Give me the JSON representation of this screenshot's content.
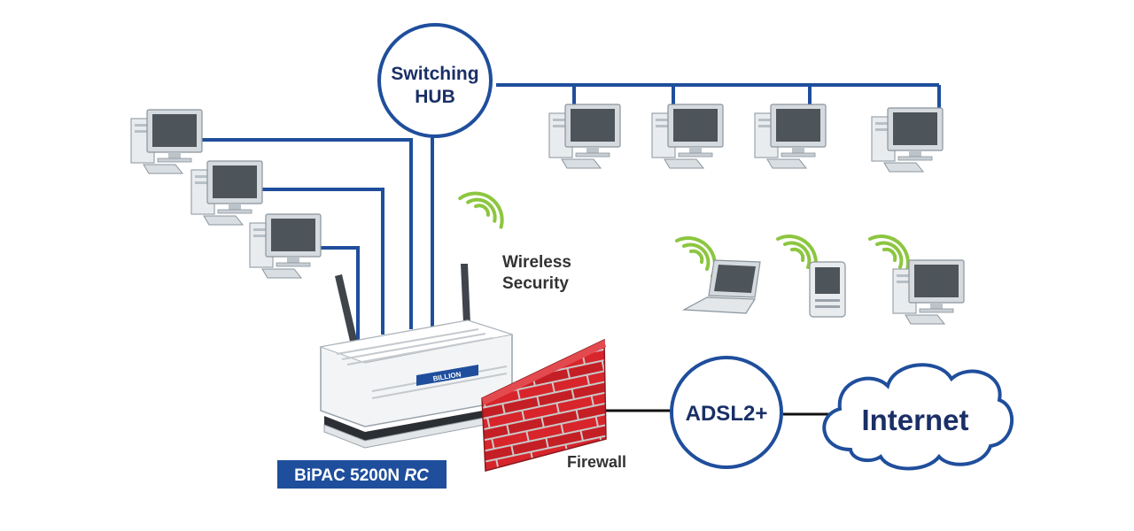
{
  "colors": {
    "link": "#1f4e9c",
    "label_text": "#1a2f66",
    "plain_text": "#333333",
    "wireless": "#8cc63f",
    "firewall": "#d7252b",
    "badge_bg": "#1f4e9c"
  },
  "labels": {
    "hub_line1": "Switching",
    "hub_line2": "HUB",
    "wireless_line1": "Wireless",
    "wireless_line2": "Security",
    "adsl": "ADSL2+",
    "internet": "Internet",
    "firewall": "Firewall",
    "router_model": "BiPAC 5200N",
    "router_suffix": "RC",
    "router_brand": "BILLION"
  },
  "icons": [
    "desktop-pc-icon",
    "laptop-icon",
    "pda-icon",
    "wifi-signal-icon",
    "firewall-icon",
    "router-icon",
    "cloud-icon"
  ]
}
